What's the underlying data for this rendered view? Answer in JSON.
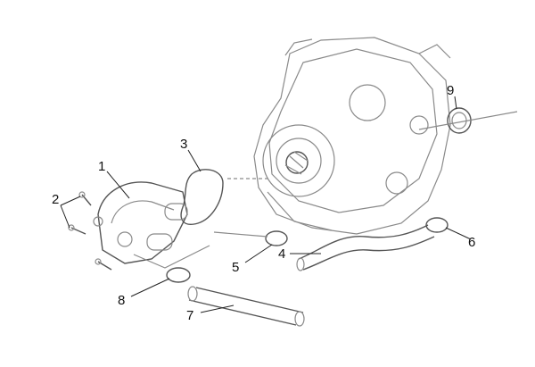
{
  "diagram": {
    "type": "exploded-parts-diagram",
    "callouts": [
      {
        "id": "1"
      },
      {
        "id": "2"
      },
      {
        "id": "3"
      },
      {
        "id": "4"
      },
      {
        "id": "5"
      },
      {
        "id": "6"
      },
      {
        "id": "7"
      },
      {
        "id": "8"
      },
      {
        "id": "9"
      }
    ]
  }
}
